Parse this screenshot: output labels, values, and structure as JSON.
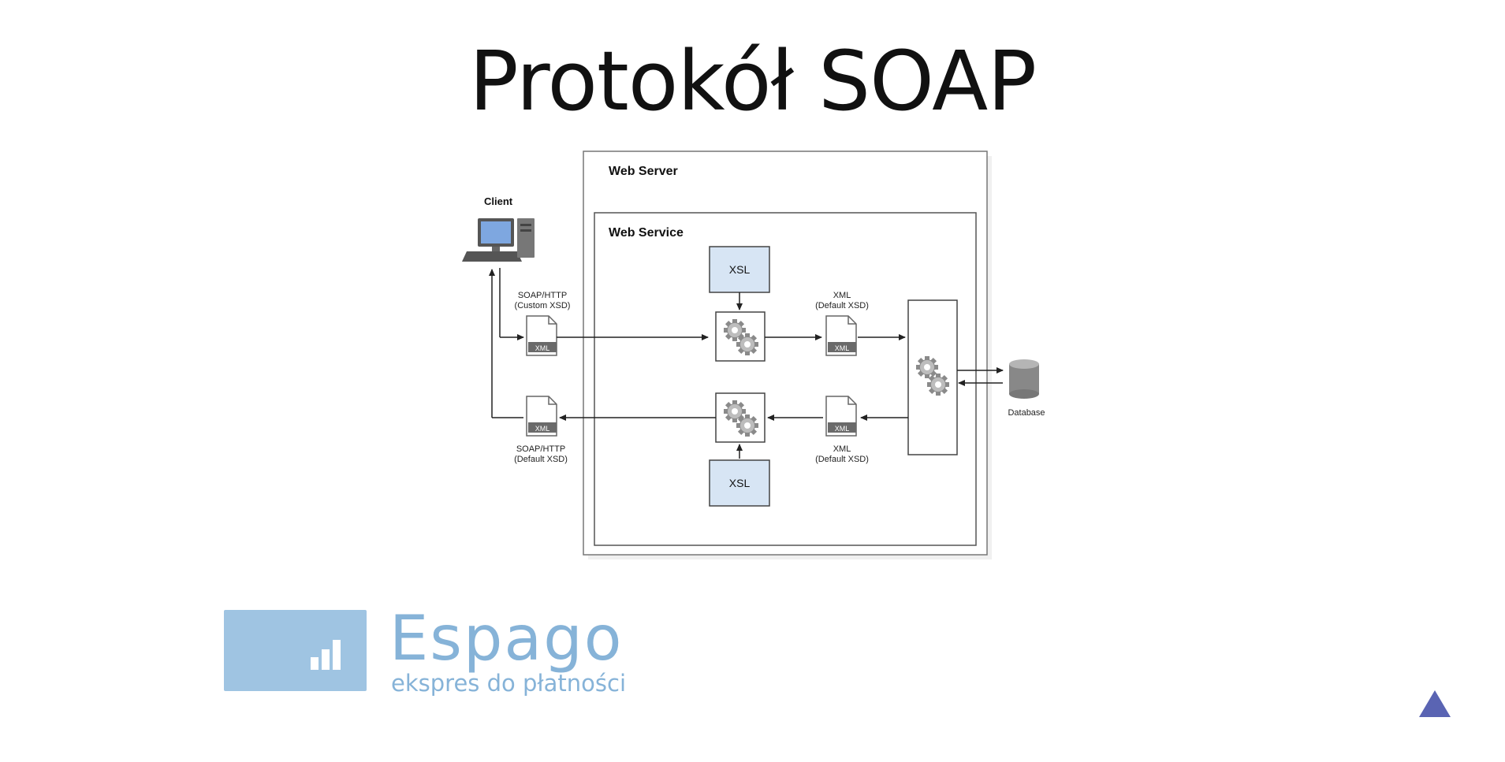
{
  "slide": {
    "title": "Protokół SOAP"
  },
  "diagram": {
    "web_server_label": "Web Server",
    "web_service_label": "Web Service",
    "client_label": "Client",
    "database_label": "Database",
    "xsl_top": "XSL",
    "xsl_bottom": "XSL",
    "xml_badge": "XML",
    "request_protocol": "SOAP/HTTP",
    "request_schema": "(Custom XSD)",
    "response_protocol": "SOAP/HTTP",
    "response_schema": "(Default XSD)",
    "inner_request_format": "XML",
    "inner_request_schema": "(Default XSD)",
    "inner_response_format": "XML",
    "inner_response_schema": "(Default XSD)"
  },
  "logo": {
    "name": "Espago",
    "tagline": "ekspres do płatności"
  },
  "colors": {
    "accent": "#5a64b3",
    "logo": "#9fc4e2",
    "xsl_fill": "#d7e5f4"
  },
  "icons": [
    "computer-icon",
    "document-icon",
    "gears-icon",
    "database-icon",
    "bar-chart-icon",
    "triangle-up-icon"
  ]
}
